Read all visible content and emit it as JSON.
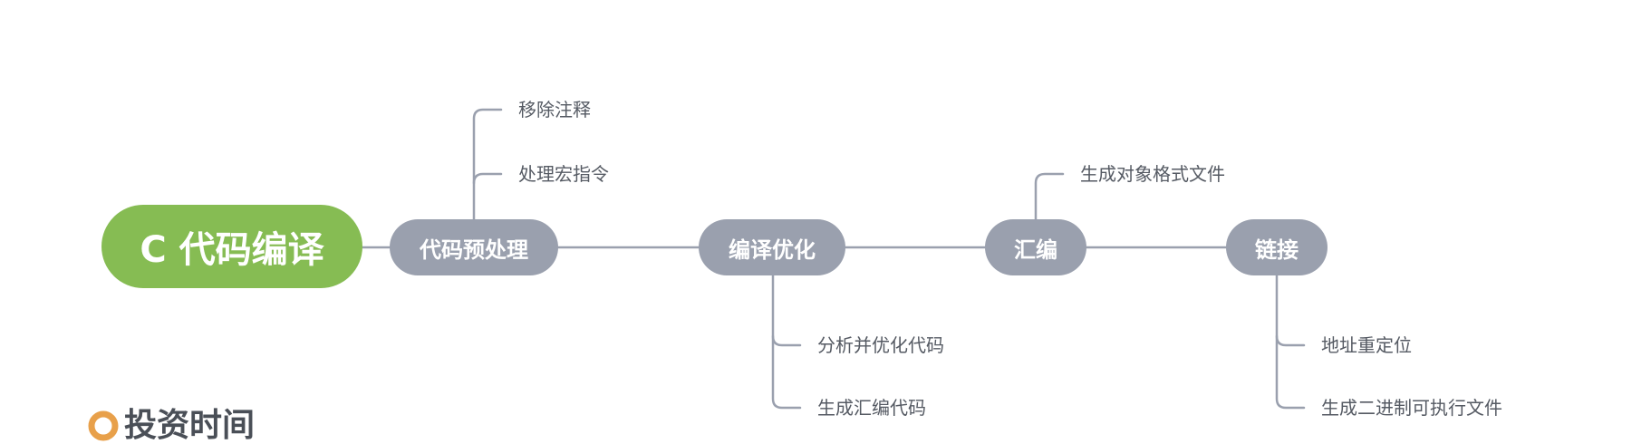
{
  "mindmap": {
    "root": {
      "label": "C 代码编译"
    },
    "steps": [
      {
        "label": "代码预处理",
        "children": [
          "移除注释",
          "处理宏指令"
        ]
      },
      {
        "label": "编译优化",
        "children": [
          "分析并优化代码",
          "生成汇编代码"
        ]
      },
      {
        "label": "汇编",
        "children": [
          "生成对象格式文件"
        ]
      },
      {
        "label": "链接",
        "children": [
          "地址重定位",
          "生成二进制可执行文件"
        ]
      }
    ]
  },
  "section": {
    "icon": "location-pin-icon",
    "title": "投资时间"
  },
  "colors": {
    "root": "#86bc53",
    "step": "#9aa0ae",
    "connector": "#9aa0ae",
    "leaf_text": "#555a63",
    "pin": "#e8a04a"
  }
}
